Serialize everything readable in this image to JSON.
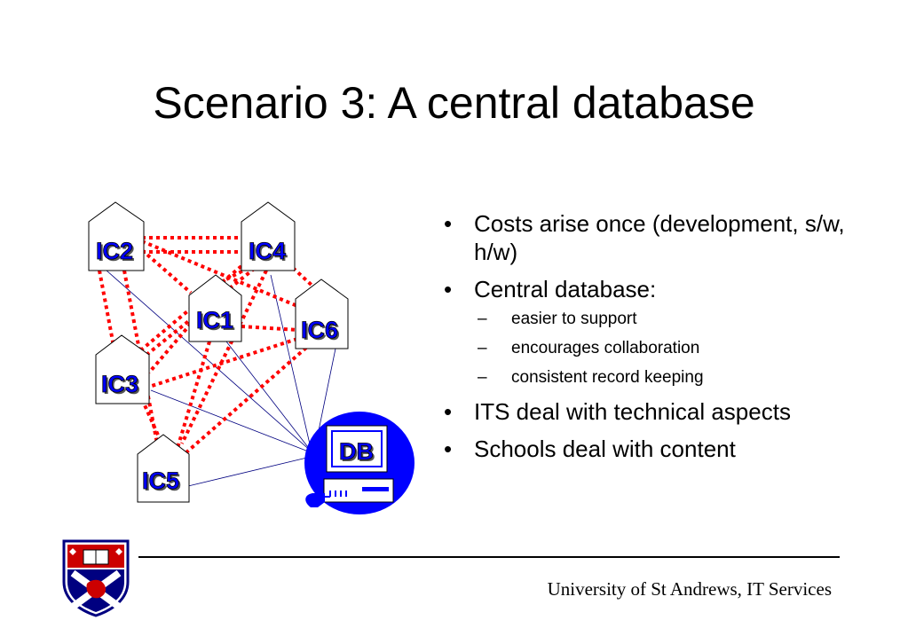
{
  "slide": {
    "title": "Scenario 3: A central database"
  },
  "diagram": {
    "nodes": {
      "ic2": "IC2",
      "ic4": "IC4",
      "ic1": "IC1",
      "ic6": "IC6",
      "ic3": "IC3",
      "ic5": "IC5",
      "db": "DB"
    },
    "colors": {
      "node_label": "#0000ff",
      "dotted_link": "#ff0000",
      "db_link": "#000080",
      "computer": "#0000ff"
    }
  },
  "bullets": [
    {
      "text": "Costs arise once (development, s/w, h/w)"
    },
    {
      "text": "Central database:",
      "sub": [
        "easier to support",
        "encourages collaboration",
        "consistent record keeping"
      ]
    },
    {
      "text": "ITS deal with technical aspects"
    },
    {
      "text": "Schools deal with content"
    }
  ],
  "footer": {
    "text": "University of St Andrews, IT Services",
    "crest_icon": "university-crest-icon"
  }
}
